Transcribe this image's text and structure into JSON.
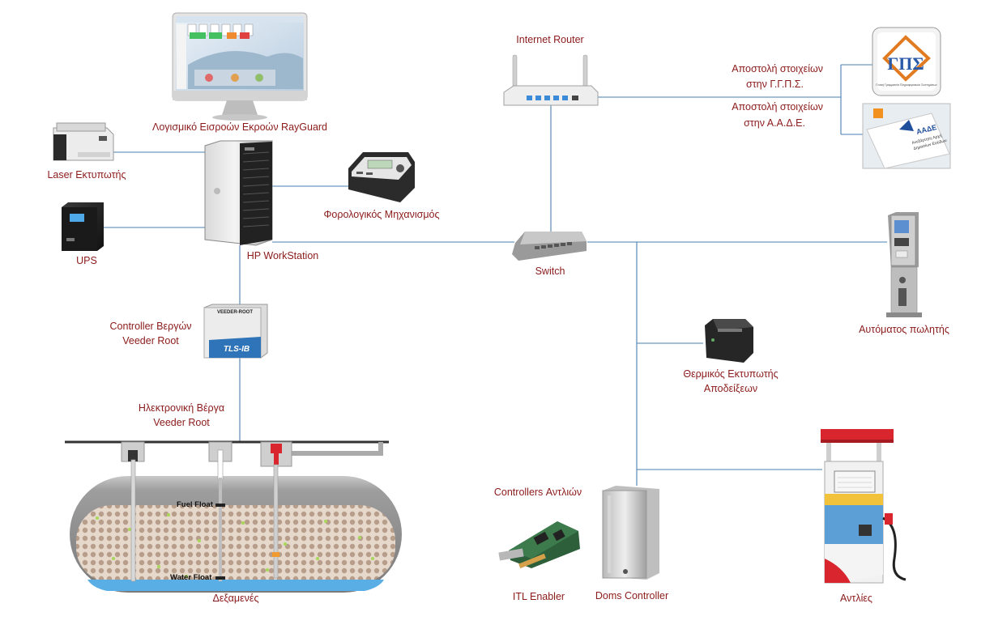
{
  "colors": {
    "line": "#4a7fb0",
    "label_red": "#8b1a1a",
    "label_blue": "#1f3864",
    "pump_red": "#d9262e",
    "fuel_fill": "#d8c7b8"
  },
  "labels": {
    "monitor": "Λογισμικό Εισροών Εκροών RayGuard",
    "laser_printer": "Laser Εκτυπωτής",
    "ups": "UPS",
    "workstation": "HP WorkStation",
    "fiscal_device": "Φορολογικός Μηχανισμός",
    "router": "Internet Router",
    "send_ggps_1": "Αποστολή στοιχείων",
    "send_ggps_2": "στην Γ.Γ.Π.Σ.",
    "send_aade_1": "Αποστολή στοιχείων",
    "send_aade_2": "στην Α.Α.Δ.Ε.",
    "switch": "Switch",
    "kiosk": "Αυτόματος πωλητής",
    "tank_controller_1": "Controller Βεργών",
    "tank_controller_2": "Veeder Root",
    "probe_1": "Ηλεκτρονική Βέργα",
    "probe_2": "Veeder Root",
    "thermal_printer_1": "Θερμικός Εκτυπωτής",
    "thermal_printer_2": "Αποδείξεων",
    "pump_controllers": "Controllers Αντλιών",
    "itl": "ITL Enabler",
    "doms": "Doms Controller",
    "tanks": "Δεξαμενές",
    "pumps": "Αντλίες",
    "fuel_float": "Fuel Float",
    "water_float": "Water Float",
    "veeder_brand": "VEEDER-ROOT",
    "tls_model": "TLS-IB",
    "aade_logo": "ΑΑΔΕ",
    "aade_subtitle_1": "Ανεξάρτητη Αρχή",
    "aade_subtitle_2": "Δημοσίων Εσόδων",
    "ggps_subtitle": "Γενική Γραμματεία Πληροφοριακών Συστημάτων"
  },
  "icons": {
    "monitor": "monitor-icon",
    "laser_printer": "laser-printer-icon",
    "ups": "ups-icon",
    "workstation": "tower-pc-icon",
    "fiscal_device": "fiscal-device-icon",
    "router": "router-icon",
    "switch": "network-switch-icon",
    "ggps": "ggps-logo",
    "aade": "aade-logo",
    "kiosk": "kiosk-icon",
    "thermal_printer": "thermal-printer-icon",
    "tank_controller": "tank-controller-icon",
    "itl": "pci-card-icon",
    "doms": "doms-cabinet-icon",
    "pump": "fuel-pump-icon",
    "tank": "fuel-tank-icon"
  }
}
